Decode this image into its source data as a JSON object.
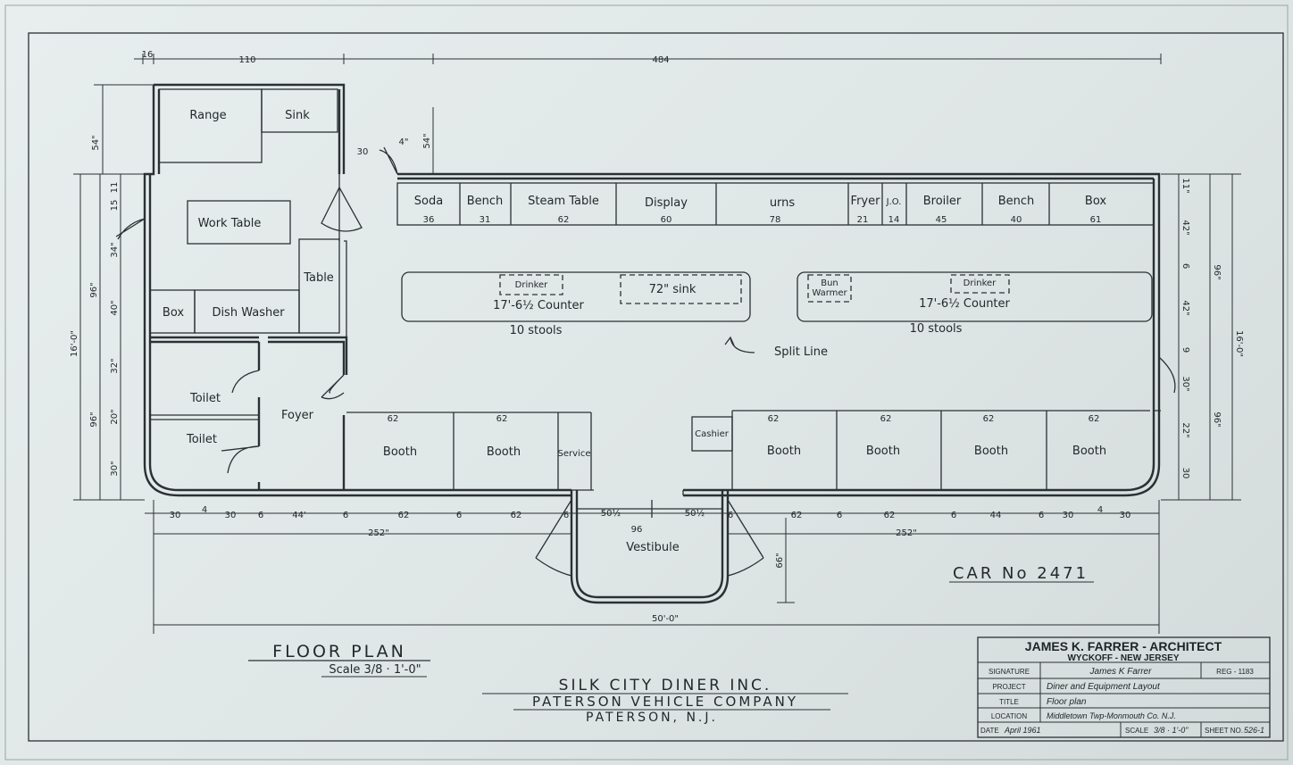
{
  "rooms": {
    "range": "Range",
    "sink": "Sink",
    "work_table": "Work Table",
    "table": "Table",
    "box": "Box",
    "dish_washer": "Dish Washer",
    "toilet_1": "Toilet",
    "toilet_2": "Toilet",
    "foyer": "Foyer",
    "booth": "Booth",
    "service": "Service",
    "cashier": "Cashier",
    "vestibule": "Vestibule",
    "split_line": "Split Line"
  },
  "back_bar": [
    {
      "label": "Soda",
      "dim": "36"
    },
    {
      "label": "Bench",
      "dim": "31"
    },
    {
      "label": "Steam Table",
      "dim": "62"
    },
    {
      "label": "Display",
      "dim": "60"
    },
    {
      "label": "urns",
      "dim": "78"
    },
    {
      "label": "Fryer",
      "dim": "21"
    },
    {
      "label": "J.O.",
      "dim": "14"
    },
    {
      "label": "Broiler",
      "dim": "45"
    },
    {
      "label": "Bench",
      "dim": "40"
    },
    {
      "label": "Box",
      "dim": "61"
    }
  ],
  "counters": {
    "left": {
      "label": "17'-6½ Counter",
      "drinker": "Drinker",
      "sink": "72\" sink",
      "stools": "10 stools"
    },
    "right": {
      "label": "17'-6½ Counter",
      "drinker": "Drinker",
      "bun_warmer_1": "Bun",
      "bun_warmer_2": "Warmer",
      "stools": "10 stools"
    }
  },
  "booth_dims": [
    "62",
    "62",
    "62",
    "62",
    "62",
    "62"
  ],
  "dimensions": {
    "d16": "16",
    "d110": "110",
    "d484": "484",
    "d54a": "54\"",
    "d54b": "54\"",
    "d30a": "30",
    "d4": "4\"",
    "left_total": "16'-0\"",
    "left_96a": "96\"",
    "left_96b": "96\"",
    "left_15": "15",
    "left_11": "11",
    "left_34": "34\"",
    "left_40": "40\"",
    "left_32": "32\"",
    "left_20": "20\"",
    "left_30": "30\"",
    "right_total": "16'-0\"",
    "right_96a": "96\"",
    "right_96b": "96\"",
    "right_11": "11\"",
    "right_42a": "42\"",
    "right_6": "6",
    "right_42b": "42\"",
    "right_9": "9",
    "right_30a": "30\"",
    "right_22": "22\"",
    "right_30b": "30",
    "bottom": [
      "30",
      "4",
      "30",
      "6",
      "44'",
      "6",
      "62",
      "6",
      "62",
      "6",
      "50½",
      "96",
      "50½",
      "6",
      "62",
      "6",
      "62",
      "6",
      "44",
      "6",
      "30",
      "4",
      "30"
    ],
    "left_252": "252\"",
    "right_252": "252\"",
    "vest_66": "66\"",
    "overall": "50'-0\""
  },
  "car_number": "CAR No 2471",
  "plan_title": "FLOOR PLAN",
  "plan_scale": "Scale 3/8 · 1'-0\"",
  "client": {
    "line1": "SILK CITY DINER INC.",
    "line2": "PATERSON VEHICLE COMPANY",
    "line3": "PATERSON, N.J."
  },
  "title_block": {
    "architect": "JAMES K. FARRER - ARCHITECT",
    "location_header": "WYCKOFF - NEW JERSEY",
    "signature_label": "SIGNATURE",
    "signature_value": "James K Farrer",
    "reg": "REG - 1183",
    "project_label": "PROJECT",
    "project_value": "Diner and Equipment Layout",
    "title_label": "TITLE",
    "title_value": "Floor plan",
    "location_label": "LOCATION",
    "location_value": "Middletown Twp-Monmouth Co. N.J.",
    "date_label": "DATE",
    "date_value": "April 1961",
    "scale_label": "SCALE",
    "scale_value": "3/8 · 1'-0\"",
    "sheet_label": "SHEET NO.",
    "sheet_value": "526-1"
  },
  "colors": {
    "paper": "#e4eaea",
    "ink": "#2b3133"
  }
}
